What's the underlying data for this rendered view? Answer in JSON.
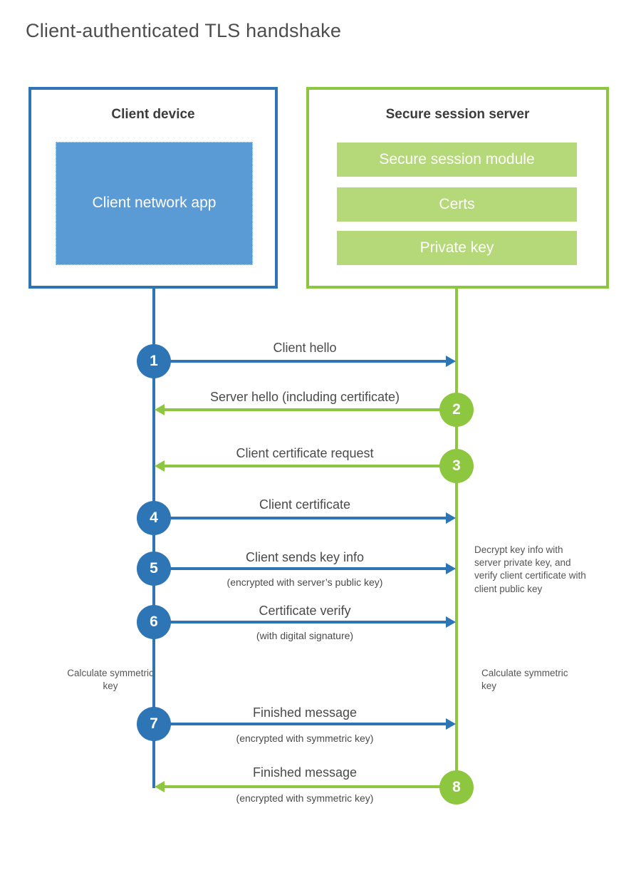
{
  "title": "Client-authenticated TLS handshake",
  "colors": {
    "blue": "#2e75b6",
    "blue_fill": "#5b9bd5",
    "green": "#8dc63f",
    "green_fill": "#b5d878"
  },
  "client": {
    "title": "Client device",
    "app_label": "Client network app"
  },
  "server": {
    "title": "Secure session server",
    "modules": [
      "Secure session module",
      "Certs",
      "Private key"
    ]
  },
  "steps": [
    {
      "num": "1",
      "direction": "client-to-server",
      "label": "Client hello"
    },
    {
      "num": "2",
      "direction": "server-to-client",
      "label": "Server hello (including certificate)"
    },
    {
      "num": "3",
      "direction": "server-to-client",
      "label": "Client certificate request"
    },
    {
      "num": "4",
      "direction": "client-to-server",
      "label": "Client certificate"
    },
    {
      "num": "5",
      "direction": "client-to-server",
      "label": "Client sends key info",
      "sublabel": "(encrypted with server’s public key)"
    },
    {
      "num": "6",
      "direction": "client-to-server",
      "label": "Certificate verify",
      "sublabel": "(with digital signature)"
    },
    {
      "num": "7",
      "direction": "client-to-server",
      "label": "Finished message",
      "sublabel": "(encrypted with symmetric key)"
    },
    {
      "num": "8",
      "direction": "server-to-client",
      "label": "Finished message",
      "sublabel": "(encrypted with symmetric key)"
    }
  ],
  "annotations": {
    "decrypt_note": "Decrypt key info with server private key, and verify client certificate with client public key",
    "calc_left": "Calculate symmetric key",
    "calc_right": "Calculate symmetric key"
  }
}
